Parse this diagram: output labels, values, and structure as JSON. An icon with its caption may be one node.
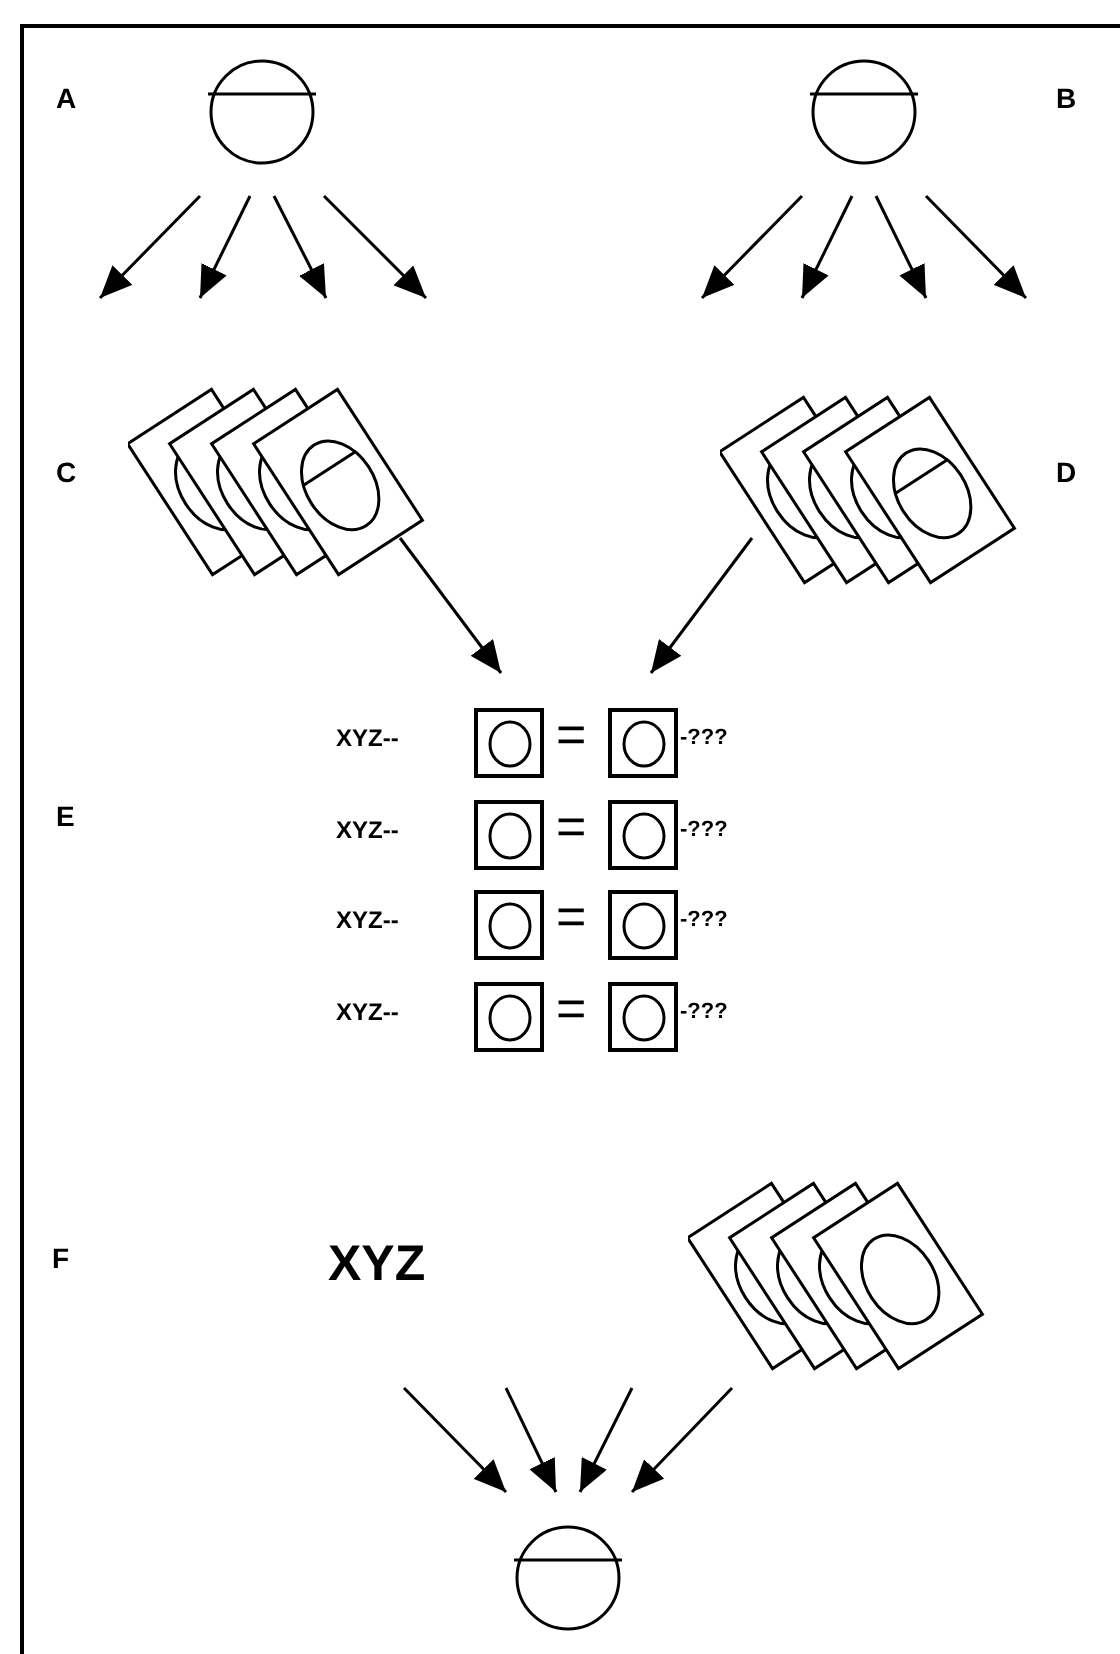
{
  "diagram": {
    "nodes": [
      {
        "text": [],
        "shape": "circle"
      },
      {
        "text": [],
        "shape": "circle"
      },
      {
        "text": [],
        "shape": "cards"
      },
      {
        "text": [],
        "shape": "cards"
      },
      {
        "text": [],
        "shape": "box"
      },
      {
        "text": [],
        "shape": "box"
      },
      {
        "text": [],
        "shape": "box"
      },
      {
        "text": [],
        "shape": "box"
      },
      {
        "text": [],
        "shape": "box"
      },
      {
        "text": [],
        "shape": "box"
      },
      {
        "text": [],
        "shape": "box"
      },
      {
        "text": [],
        "shape": "box"
      },
      {
        "text": [
          "XYZ"
        ]
      },
      {
        "text": [],
        "shape": "cards"
      },
      {
        "text": [],
        "shape": "circle"
      }
    ],
    "edges": [
      {
        "from": 0,
        "to": 2,
        "arrow": "to"
      },
      {
        "from": 0,
        "to": 2,
        "arrow": "to"
      },
      {
        "from": 0,
        "to": 2,
        "arrow": "to"
      },
      {
        "from": 0,
        "to": 2,
        "arrow": "to"
      },
      {
        "from": 1,
        "to": 3,
        "arrow": "to"
      },
      {
        "from": 1,
        "to": 3,
        "arrow": "to"
      },
      {
        "from": 1,
        "to": 3,
        "arrow": "to"
      },
      {
        "from": 1,
        "to": 3,
        "arrow": "to"
      },
      {
        "from": 2,
        "to": 4,
        "arrow": "to"
      },
      {
        "from": 3,
        "to": 5,
        "arrow": "to"
      },
      {
        "from": 12,
        "to": 14,
        "arrow": "to"
      },
      {
        "from": null,
        "to": 14,
        "arrow": "to"
      },
      {
        "from": null,
        "to": 14,
        "arrow": "to"
      },
      {
        "from": 13,
        "to": 14,
        "arrow": "to"
      }
    ],
    "labels": [
      "A",
      "B",
      "C",
      "D",
      "XYZ--",
      "=",
      "-???",
      "E",
      "XYZ--",
      "=",
      "-???",
      "XYZ--",
      "=",
      "-???",
      "XYZ--",
      "=",
      "-???",
      "F"
    ]
  }
}
